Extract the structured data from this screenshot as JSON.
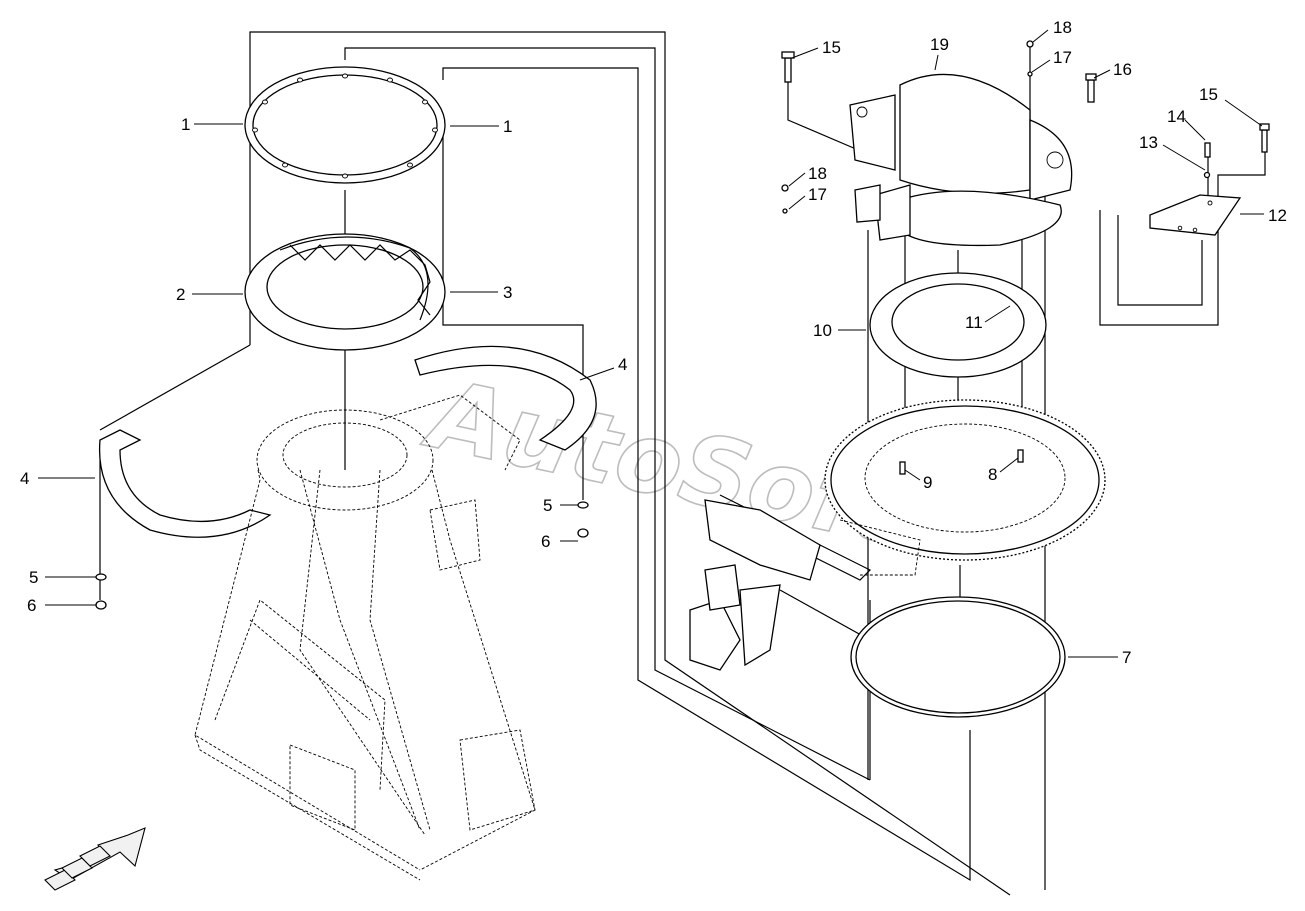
{
  "watermark": {
    "text": "AutoSoft"
  },
  "callouts": {
    "c1_left": "1",
    "c1_right": "1",
    "c2": "2",
    "c3": "3",
    "c4_right": "4",
    "c4_left": "4",
    "c5_right": "5",
    "c6_right": "6",
    "c5_left": "5",
    "c6_left": "6",
    "c7": "7",
    "c8": "8",
    "c9": "9",
    "c10": "10",
    "c11": "11",
    "c12": "12",
    "c13": "13",
    "c14": "14",
    "c15_top": "15",
    "c15_right": "15",
    "c16": "16",
    "c17_top": "17",
    "c17_left": "17",
    "c18_top": "18",
    "c18_left": "18",
    "c19": "19"
  },
  "icons": {
    "direction": "direction-arrow-icon"
  }
}
